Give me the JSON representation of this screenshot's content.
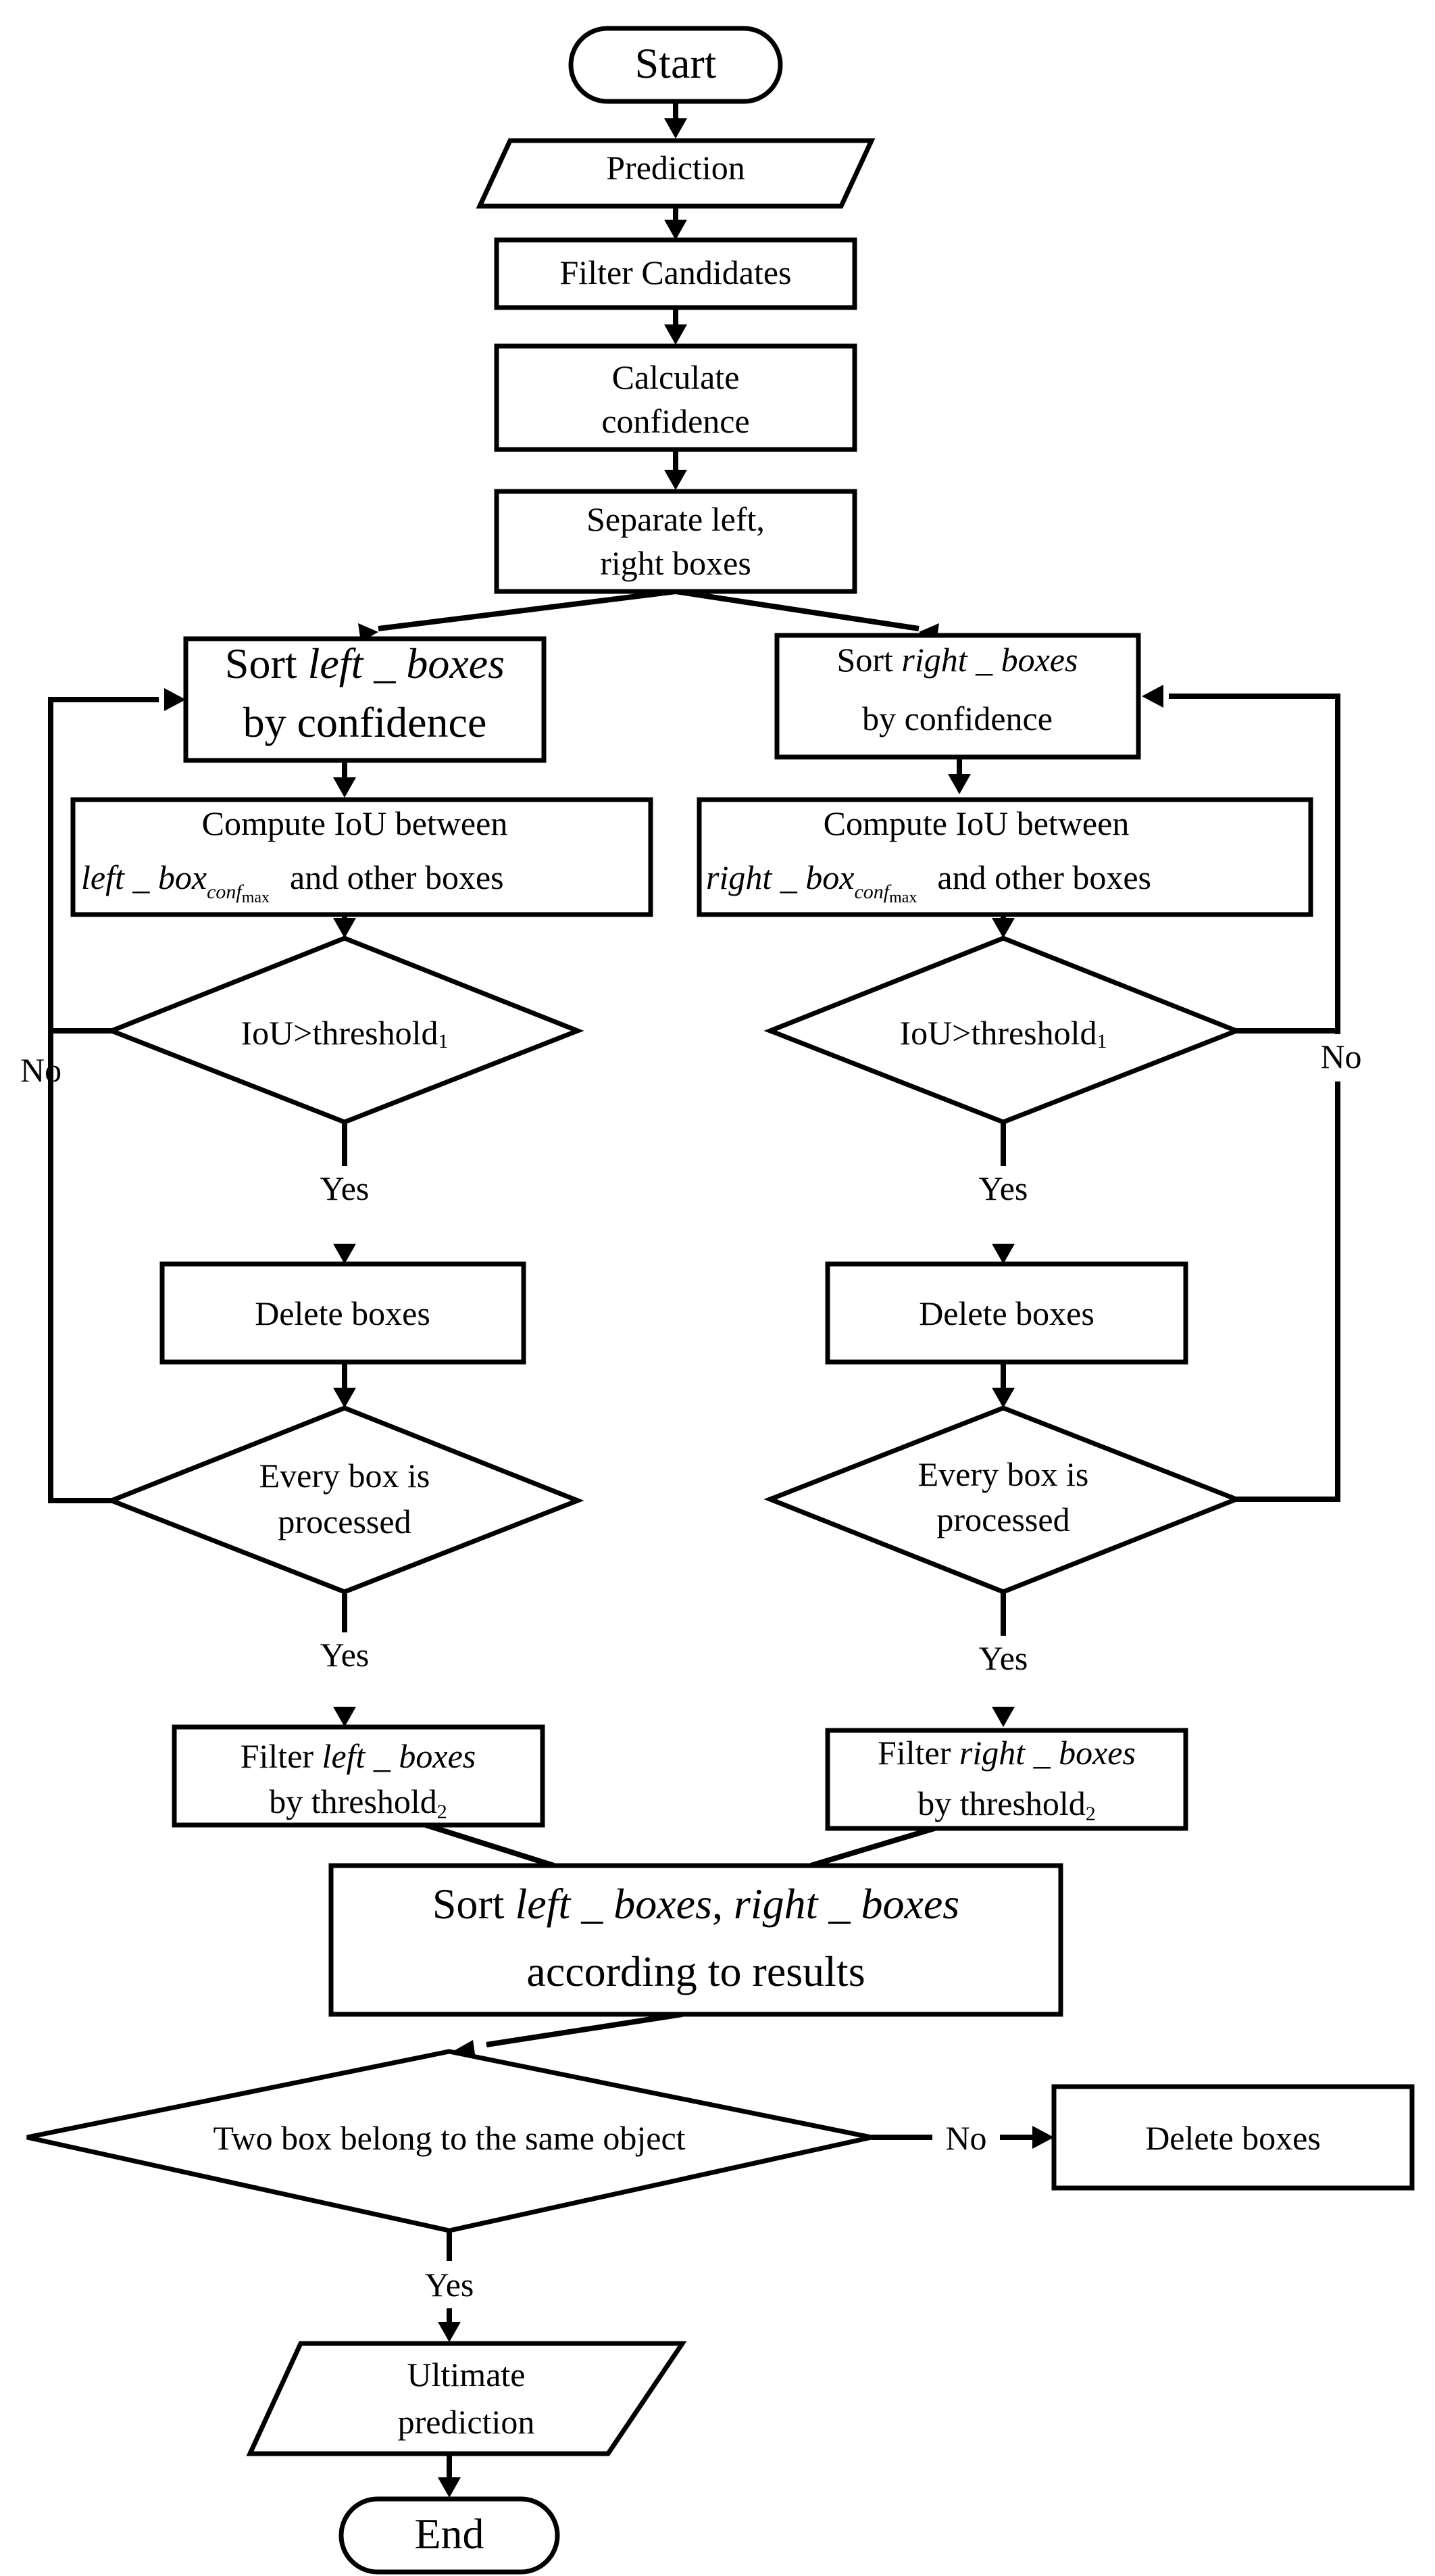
{
  "flowchart": {
    "start": "Start",
    "prediction": "Prediction",
    "filter_candidates": "Filter Candidates",
    "calculate_confidence": [
      "Calculate",
      "confidence"
    ],
    "separate": [
      "Separate left,",
      "right boxes"
    ],
    "left_branch": {
      "sort_prefix": "Sort ",
      "sort_var": "left _ boxes",
      "sort_line2": "by confidence",
      "compute_line1": "Compute IoU between",
      "compute_var": "left _ box",
      "compute_sub": "conf",
      "compute_subsub": "max",
      "compute_suffix": "and other boxes",
      "iou_decision": "IoU>threshold",
      "iou_decision_sub": "1",
      "no_label": "No",
      "yes_label_1": "Yes",
      "delete": "Delete boxes",
      "every_box": [
        "Every box is",
        "processed"
      ],
      "yes_label_2": "Yes",
      "filter_prefix": "Filter ",
      "filter_var": "left _ boxes",
      "filter_line2": "by threshold",
      "filter_sub": "2"
    },
    "right_branch": {
      "sort_prefix": "Sort ",
      "sort_var": "right _ boxes",
      "sort_line2": "by confidence",
      "compute_line1": "Compute IoU between",
      "compute_var": "right _ box",
      "compute_sub": "conf",
      "compute_subsub": "max",
      "compute_suffix": "and other boxes",
      "iou_decision": "IoU>threshold",
      "iou_decision_sub": "1",
      "no_label": "No",
      "yes_label_1": "Yes",
      "delete": "Delete boxes",
      "every_box": [
        "Every box is",
        "processed"
      ],
      "yes_label_2": "Yes",
      "filter_prefix": "Filter ",
      "filter_var": "right _ boxes",
      "filter_line2": "by threshold",
      "filter_sub": "2"
    },
    "sort_results": {
      "prefix": "Sort ",
      "var1": "left _ boxes",
      "sep": ", ",
      "var2": "right _ boxes",
      "line2": "according to results"
    },
    "same_object_decision": "Two box belong to the same object",
    "no_label": "No",
    "delete_final": "Delete boxes",
    "yes_label": "Yes",
    "ultimate_prediction": [
      "Ultimate",
      "prediction"
    ],
    "end": "End"
  }
}
